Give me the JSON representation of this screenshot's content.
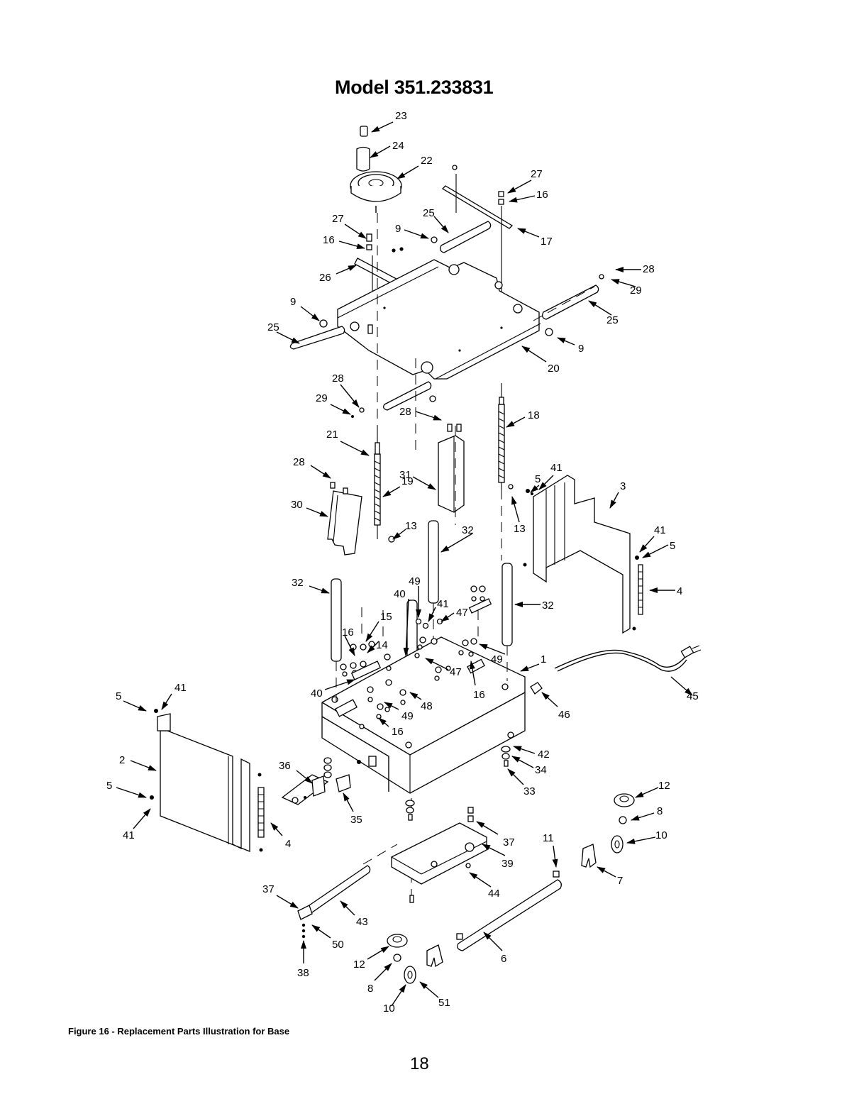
{
  "page": {
    "title": "Model 351.233831",
    "caption": "Figure 16 - Replacement Parts Illustration for Base",
    "page_number": "18"
  },
  "callouts": [
    "1",
    "2",
    "3",
    "4",
    "5",
    "6",
    "7",
    "8",
    "9",
    "10",
    "11",
    "12",
    "13",
    "14",
    "15",
    "16",
    "17",
    "18",
    "19",
    "20",
    "21",
    "22",
    "23",
    "24",
    "25",
    "26",
    "27",
    "28",
    "29",
    "30",
    "31",
    "32",
    "33",
    "34",
    "35",
    "36",
    "37",
    "38",
    "39",
    "40",
    "41",
    "42",
    "43",
    "44",
    "45",
    "46",
    "47",
    "48",
    "49",
    "50",
    "51"
  ],
  "colors": {
    "ink": "#000000",
    "paper": "#ffffff"
  }
}
